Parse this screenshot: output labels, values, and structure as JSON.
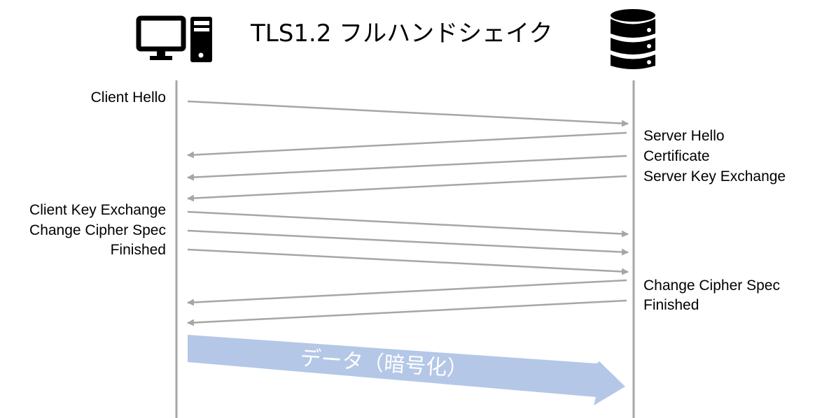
{
  "title": "TLS1.2 フルハンドシェイク",
  "colors": {
    "lifeline": "#a6a6a6",
    "message_arrow": "#a6a6a6",
    "data_arrow": "#b4c7e7",
    "icon": "#000000"
  },
  "icons": {
    "client": "desktop-computer-icon",
    "server": "database-server-icon"
  },
  "client_labels": [
    "Client Hello",
    "Client Key Exchange",
    "Change Cipher Spec",
    "Finished"
  ],
  "server_labels": [
    "Server Hello",
    "Certificate",
    "Server Key Exchange",
    "Change Cipher Spec",
    "Finished"
  ],
  "data_arrow_label": "データ（暗号化）"
}
